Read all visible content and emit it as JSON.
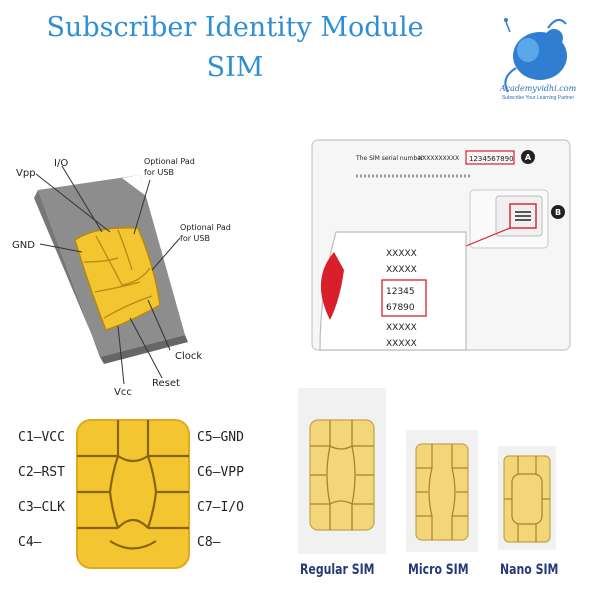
{
  "title_line1": "Subscriber Identity Module",
  "title_line2": "SIM",
  "logo": {
    "icon": "mouse-logo-icon",
    "text": "Academyvidhi.com",
    "tagline": "Subscribe Your Learning Partner"
  },
  "colors": {
    "title": "#2e8fd6",
    "chip_gold": "#f2c531",
    "chip_line": "#b58a12",
    "card_gray": "#8d8d8d",
    "callout_red": "#d8202b",
    "size_label": "#273a78"
  },
  "diagram_labels": {
    "vpp": "Vpp",
    "io": "I/O",
    "optional_usb_1": [
      "Optional Pad",
      "for USB"
    ],
    "gnd": "GND",
    "optional_usb_2": [
      "Optional Pad",
      "for USB"
    ],
    "clock": "Clock",
    "reset": "Reset",
    "vcc": "Vcc"
  },
  "pinout": {
    "left": [
      "C1–VCC",
      "C2–RST",
      "C3–CLK",
      "C4–"
    ],
    "right": [
      "C5–GND",
      "C6–VPP",
      "C7–I/O",
      "C8–"
    ]
  },
  "sim_card": {
    "serial_caption": "The SIM serial number",
    "serial_number": "1234567890",
    "marker_a": "A",
    "marker_b": "B",
    "masked_rows": [
      "XXXXX",
      "XXXXX"
    ],
    "highlight_rows": [
      "12345",
      "67890"
    ],
    "bottom_rows": [
      "XXXXX",
      "XXXXX"
    ]
  },
  "sizes": [
    "Regular SIM",
    "Micro SIM",
    "Nano SIM"
  ]
}
